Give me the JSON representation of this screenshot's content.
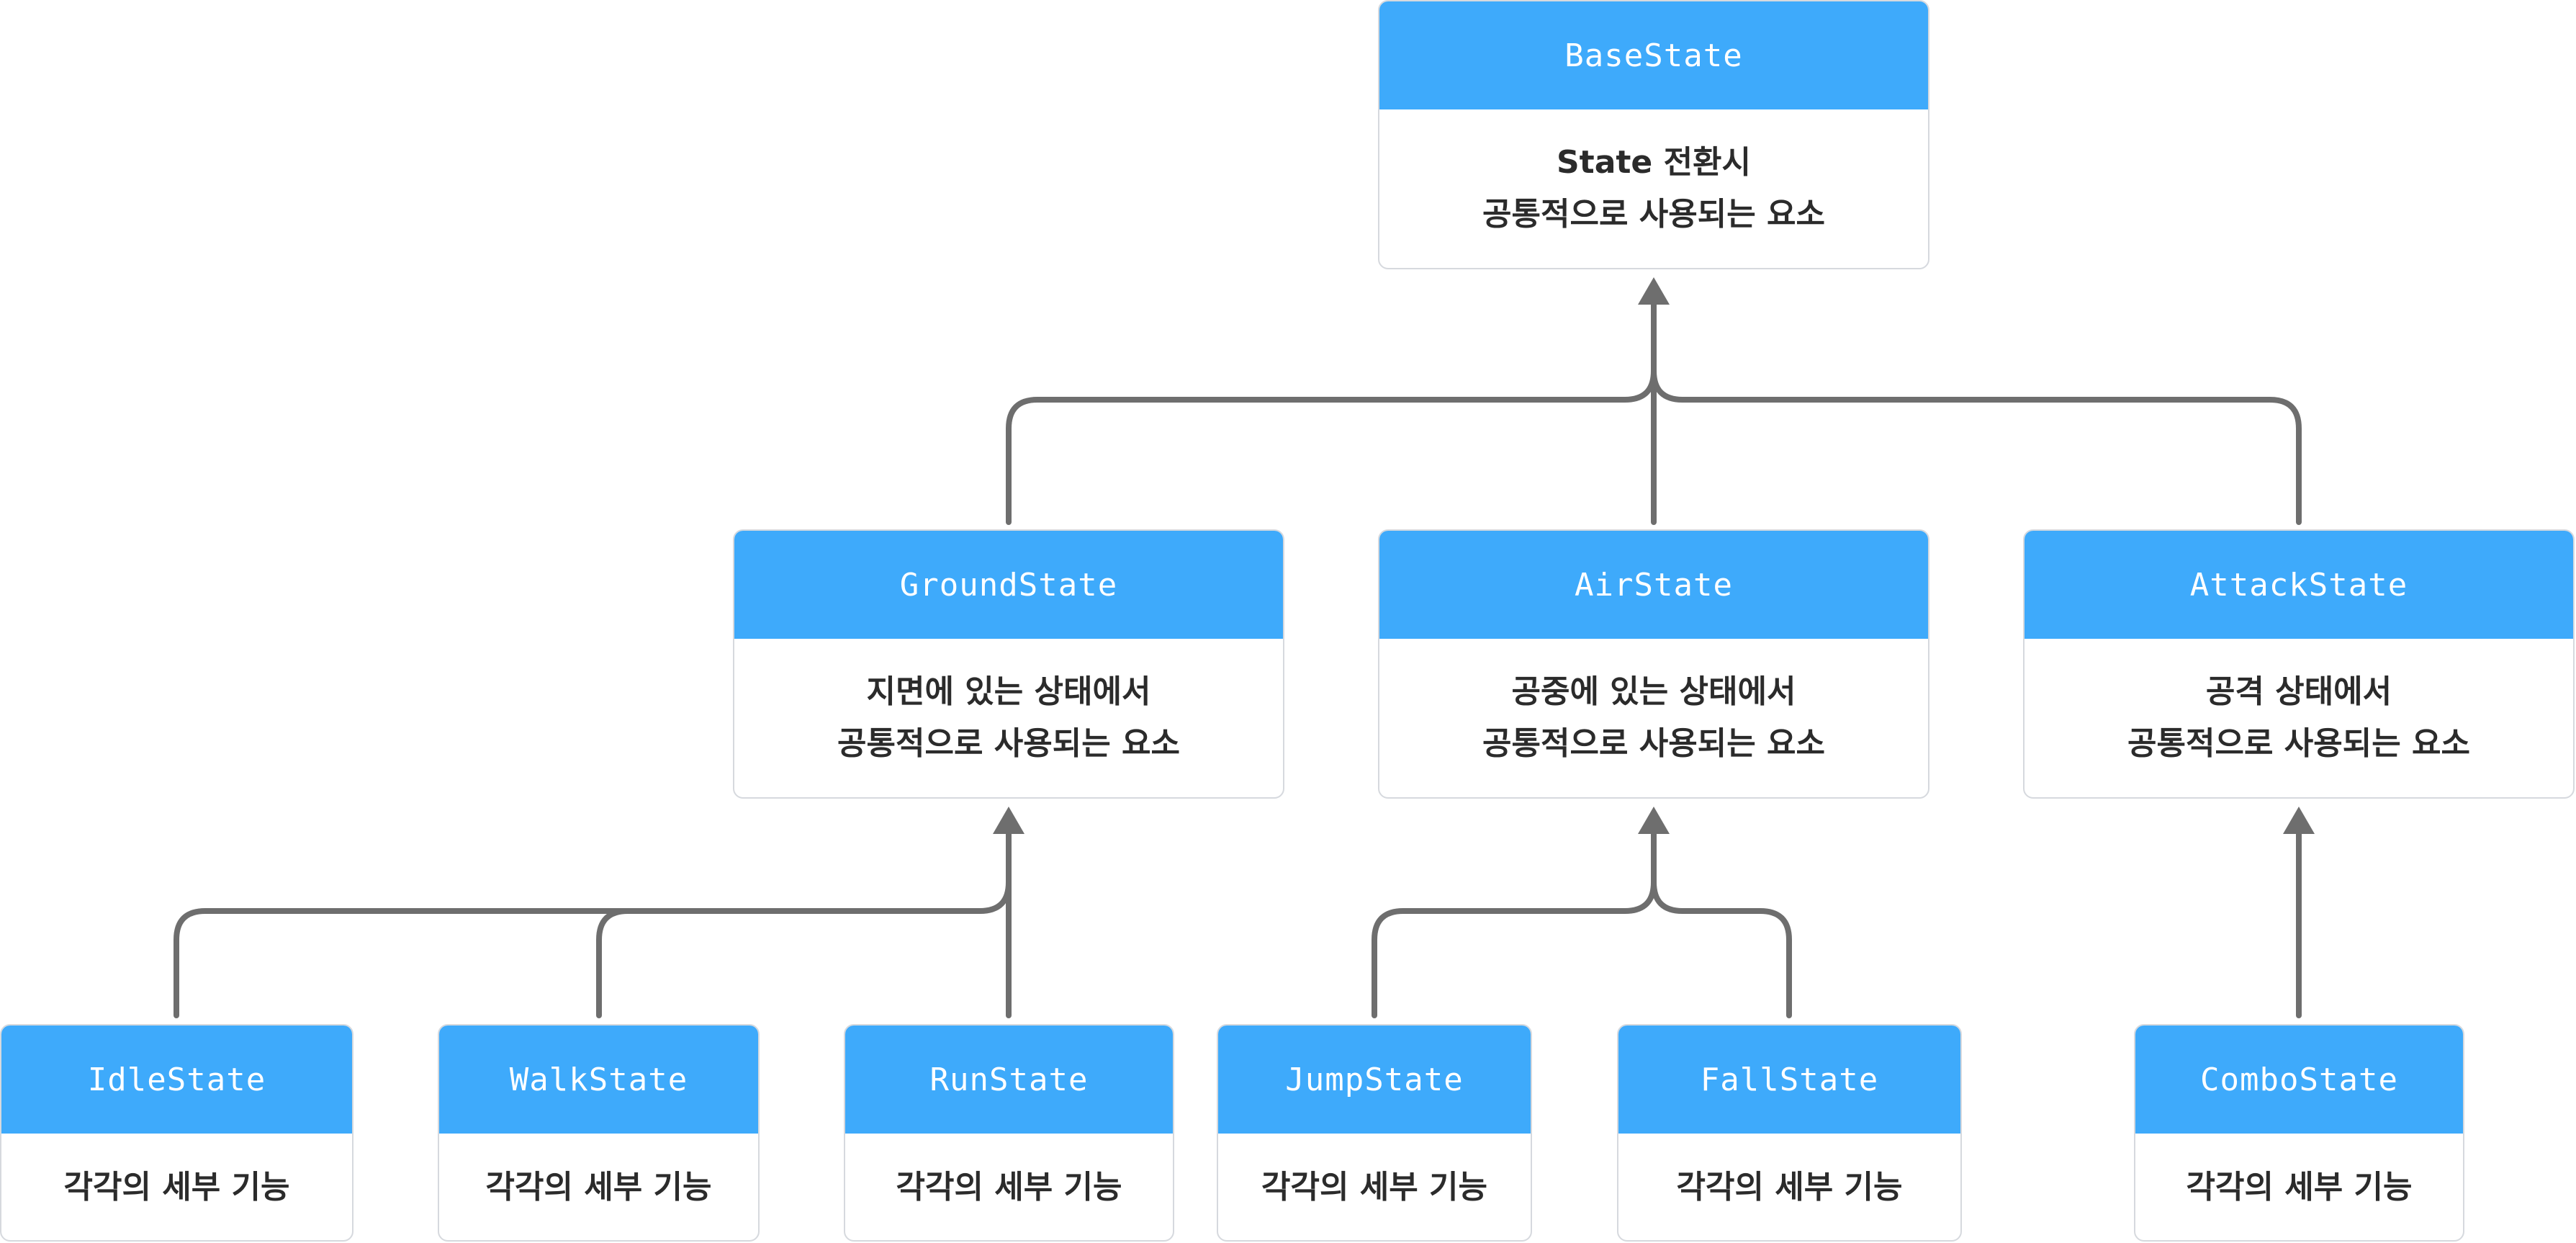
{
  "nodes": {
    "base": {
      "title": "BaseState",
      "line1": "State 전환시",
      "line2": "공통적으로 사용되는 요소"
    },
    "ground": {
      "title": "GroundState",
      "line1": "지면에 있는 상태에서",
      "line2": "공통적으로 사용되는 요소"
    },
    "air": {
      "title": "AirState",
      "line1": "공중에 있는 상태에서",
      "line2": "공통적으로 사용되는 요소"
    },
    "attack": {
      "title": "AttackState",
      "line1": "공격 상태에서",
      "line2": "공통적으로 사용되는 요소"
    },
    "idle": {
      "title": "IdleState",
      "desc": "각각의 세부 기능"
    },
    "walk": {
      "title": "WalkState",
      "desc": "각각의 세부 기능"
    },
    "run": {
      "title": "RunState",
      "desc": "각각의 세부 기능"
    },
    "jump": {
      "title": "JumpState",
      "desc": "각각의 세부 기능"
    },
    "fall": {
      "title": "FallState",
      "desc": "각각의 세부 기능"
    },
    "combo": {
      "title": "ComboState",
      "desc": "각각의 세부 기능"
    }
  },
  "colors": {
    "header": "#3eaafb",
    "connector": "#6e6e6e",
    "border": "#d6d9de",
    "body_text": "#2b2b2b"
  }
}
